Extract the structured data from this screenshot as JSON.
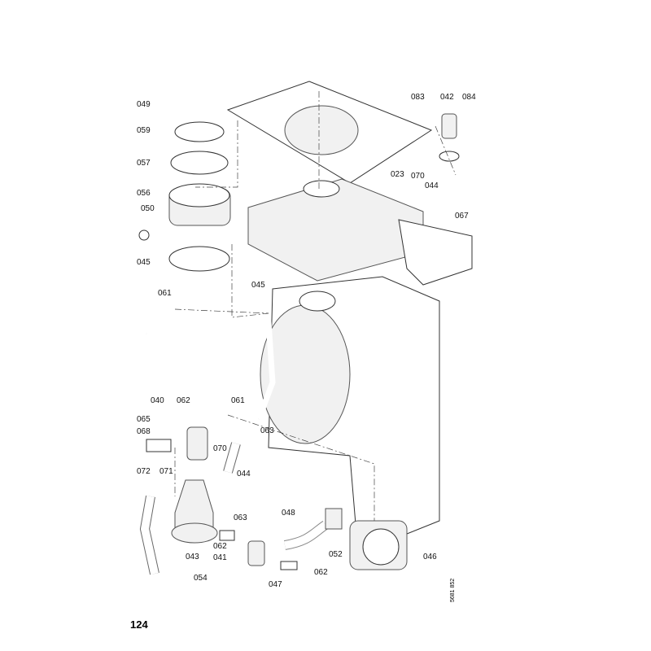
{
  "page_number": "124",
  "document_number": "5681 852",
  "part_labels": [
    "049",
    "059",
    "057",
    "056",
    "050",
    "045",
    "083",
    "042",
    "084",
    "023",
    "070",
    "044",
    "067",
    "045",
    "061",
    "040",
    "062",
    "065",
    "068",
    "061",
    "063",
    "070",
    "044",
    "072",
    "071",
    "063",
    "048",
    "062",
    "041",
    "043",
    "054",
    "047",
    "062",
    "052",
    "046"
  ]
}
